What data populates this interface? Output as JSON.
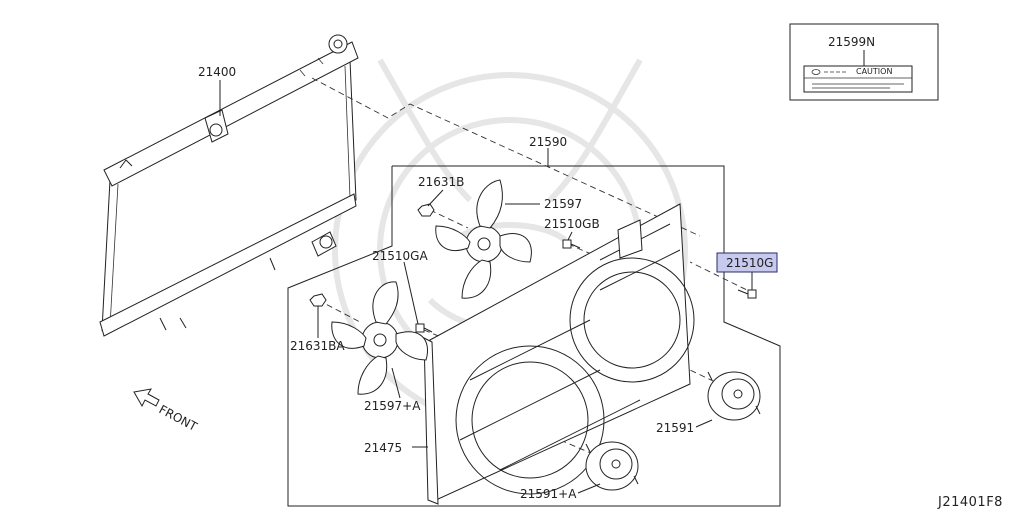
{
  "diagram_id": "J21401F8",
  "callouts": {
    "radiator": "21400",
    "fan_assembly": "21590",
    "label": "21599N",
    "label_caution": "CAUTION",
    "nut_b": "21631B",
    "fan_blade": "21597",
    "bolt_gb": "21510GB",
    "bolt_g": "21510G",
    "bolt_ga": "21510GA",
    "nut_ba": "21631BA",
    "fan_blade_a": "21597+A",
    "shroud": "21475",
    "motor": "21591",
    "motor_a": "21591+A"
  },
  "direction": "FRONT",
  "colors": {
    "highlight": "#c7c9ef",
    "line": "#222222"
  }
}
